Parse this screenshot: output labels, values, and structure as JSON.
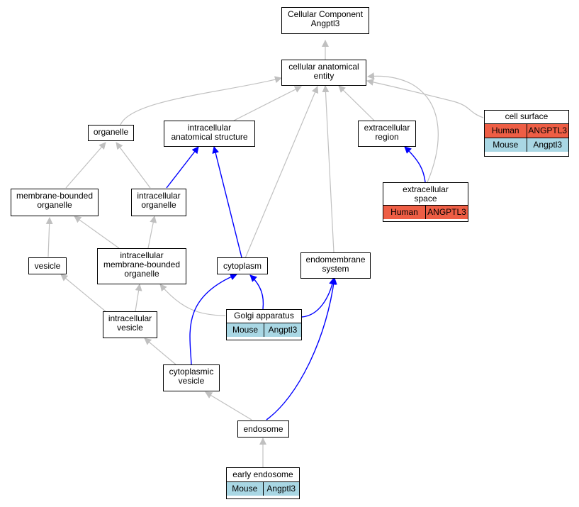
{
  "diagram": {
    "nodes": {
      "root": {
        "lines": [
          "Cellular Component",
          "Angptl3"
        ]
      },
      "cae": {
        "lines": [
          "cellular anatomical",
          "entity"
        ]
      },
      "organelle": {
        "lines": [
          "organelle"
        ]
      },
      "ias": {
        "lines": [
          "intracellular",
          "anatomical structure"
        ]
      },
      "ecr": {
        "lines": [
          "extracellular",
          "region"
        ]
      },
      "cellsurface": {
        "lines": [
          "cell surface"
        ],
        "annotations": [
          [
            "Human",
            "ANGPTL3"
          ],
          [
            "Mouse",
            "Angptl3"
          ]
        ]
      },
      "mbo": {
        "lines": [
          "membrane-bounded",
          "organelle"
        ]
      },
      "io": {
        "lines": [
          "intracellular",
          "organelle"
        ]
      },
      "ecs": {
        "lines": [
          "extracellular",
          "space"
        ],
        "annotations": [
          [
            "Human",
            "ANGPTL3"
          ]
        ]
      },
      "vesicle": {
        "lines": [
          "vesicle"
        ]
      },
      "imbo": {
        "lines": [
          "intracellular",
          "membrane-bounded",
          "organelle"
        ]
      },
      "cytoplasm": {
        "lines": [
          "cytoplasm"
        ]
      },
      "endomembrane": {
        "lines": [
          "endomembrane",
          "system"
        ]
      },
      "golgi": {
        "lines": [
          "Golgi apparatus"
        ],
        "annotations": [
          [
            "Mouse",
            "Angptl3"
          ]
        ]
      },
      "iv": {
        "lines": [
          "intracellular",
          "vesicle"
        ]
      },
      "cv": {
        "lines": [
          "cytoplasmic",
          "vesicle"
        ]
      },
      "endosome": {
        "lines": [
          "endosome"
        ]
      },
      "early": {
        "lines": [
          "early endosome"
        ],
        "annotations": [
          [
            "Mouse",
            "Angptl3"
          ]
        ]
      }
    },
    "colors": {
      "human": "#ee5e45",
      "mouse": "#a9d7e4",
      "is_a_edge": "#c0c0c0",
      "part_of_edge": "#0000ff"
    }
  }
}
